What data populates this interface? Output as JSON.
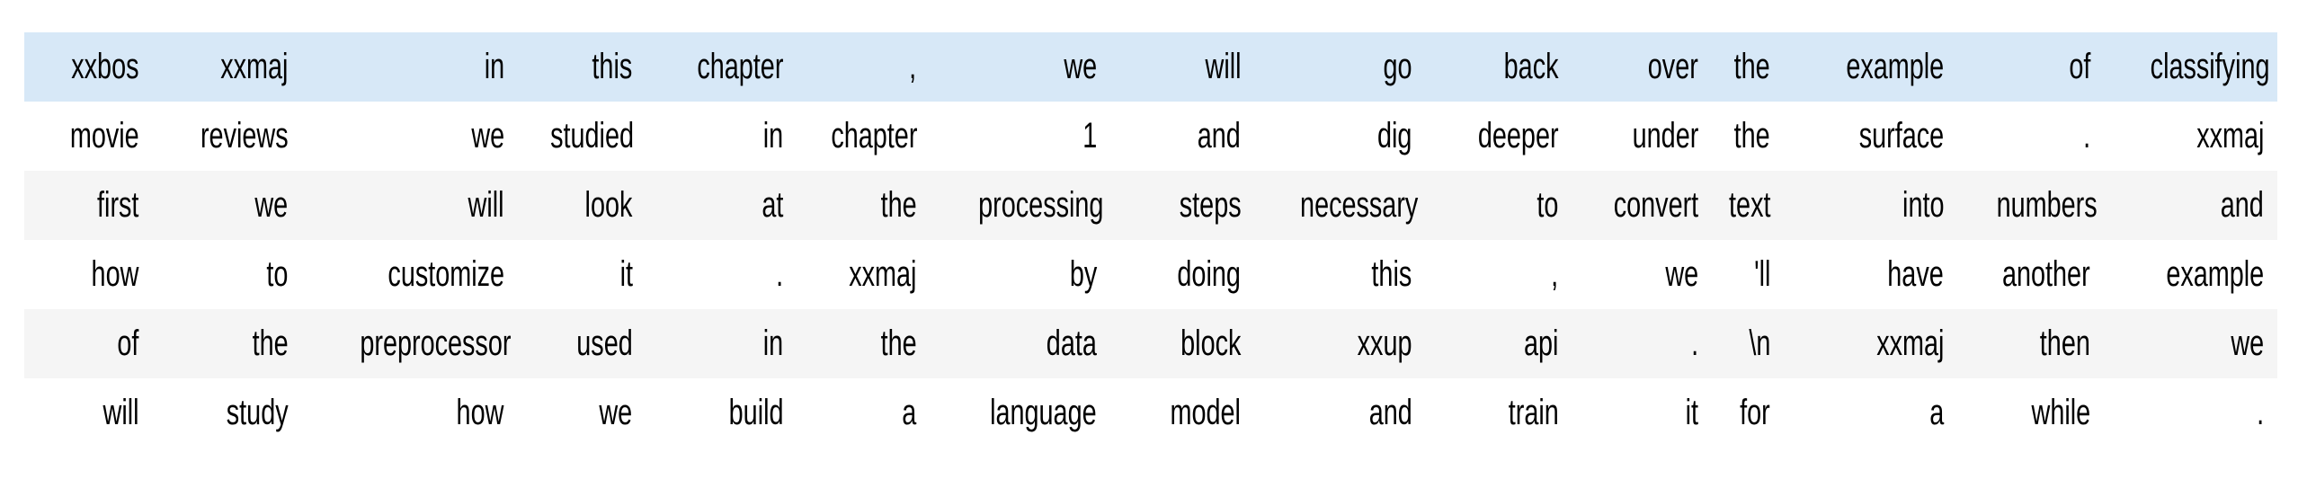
{
  "table": {
    "description_rows": 6,
    "description_cols": 15,
    "highlight_row_index": 0,
    "colors": {
      "highlight_row_bg": "#d7e8f7",
      "stripe_row_bg": "#f5f5f5",
      "default_row_bg": "#ffffff",
      "text": "#000000"
    },
    "rows": [
      [
        "xxbos",
        "xxmaj",
        "in",
        "this",
        "chapter",
        ",",
        "we",
        "will",
        "go",
        "back",
        "over",
        "the",
        "example",
        "of",
        "classifying"
      ],
      [
        "movie",
        "reviews",
        "we",
        "studied",
        "in",
        "chapter",
        "1",
        "and",
        "dig",
        "deeper",
        "under",
        "the",
        "surface",
        ".",
        "xxmaj"
      ],
      [
        "first",
        "we",
        "will",
        "look",
        "at",
        "the",
        "processing",
        "steps",
        "necessary",
        "to",
        "convert",
        "text",
        "into",
        "numbers",
        "and"
      ],
      [
        "how",
        "to",
        "customize",
        "it",
        ".",
        "xxmaj",
        "by",
        "doing",
        "this",
        ",",
        "we",
        "'ll",
        "have",
        "another",
        "example"
      ],
      [
        "of",
        "the",
        "preprocessor",
        "used",
        "in",
        "the",
        "data",
        "block",
        "xxup",
        "api",
        ".",
        "\\n",
        "xxmaj",
        "then",
        "we"
      ],
      [
        "will",
        "study",
        "how",
        "we",
        "build",
        "a",
        "language",
        "model",
        "and",
        "train",
        "it",
        "for",
        "a",
        "while",
        "."
      ]
    ]
  }
}
